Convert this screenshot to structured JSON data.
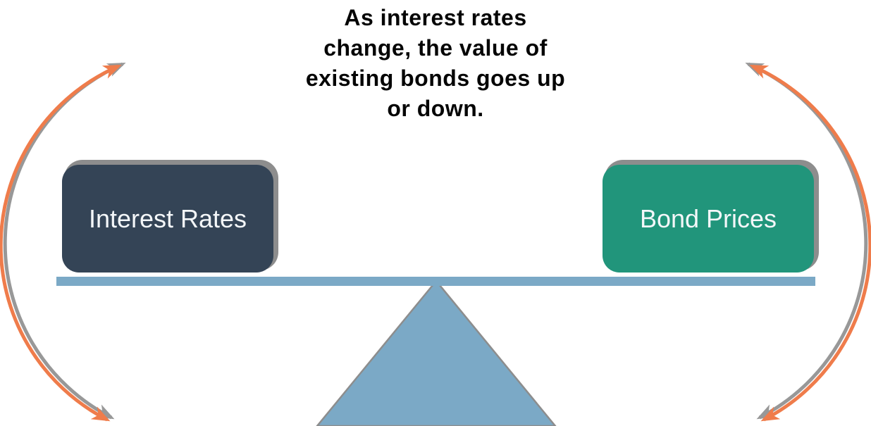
{
  "title": {
    "lines": [
      "As interest rates",
      "change, the value of",
      "existing bonds goes up",
      "or down."
    ],
    "full_text": "As interest rates change, the value of existing bonds goes up or down."
  },
  "seesaw": {
    "left_label": "Interest Rates",
    "right_label": "Bond Prices"
  },
  "icons": {
    "left_arrow": "curved-double-headed-arrow-left",
    "right_arrow": "curved-double-headed-arrow-right",
    "fulcrum": "balance-fulcrum-triangle",
    "beam": "balance-beam"
  },
  "colors": {
    "interest_box": "#344456",
    "bond_box": "#21957B",
    "beam_blue": "#7BA9C6",
    "arrow_orange": "#EF7C4B",
    "shadow_gray": "#8D8D8D",
    "box_text": "#F4F7F9",
    "title_text": "#050505"
  }
}
